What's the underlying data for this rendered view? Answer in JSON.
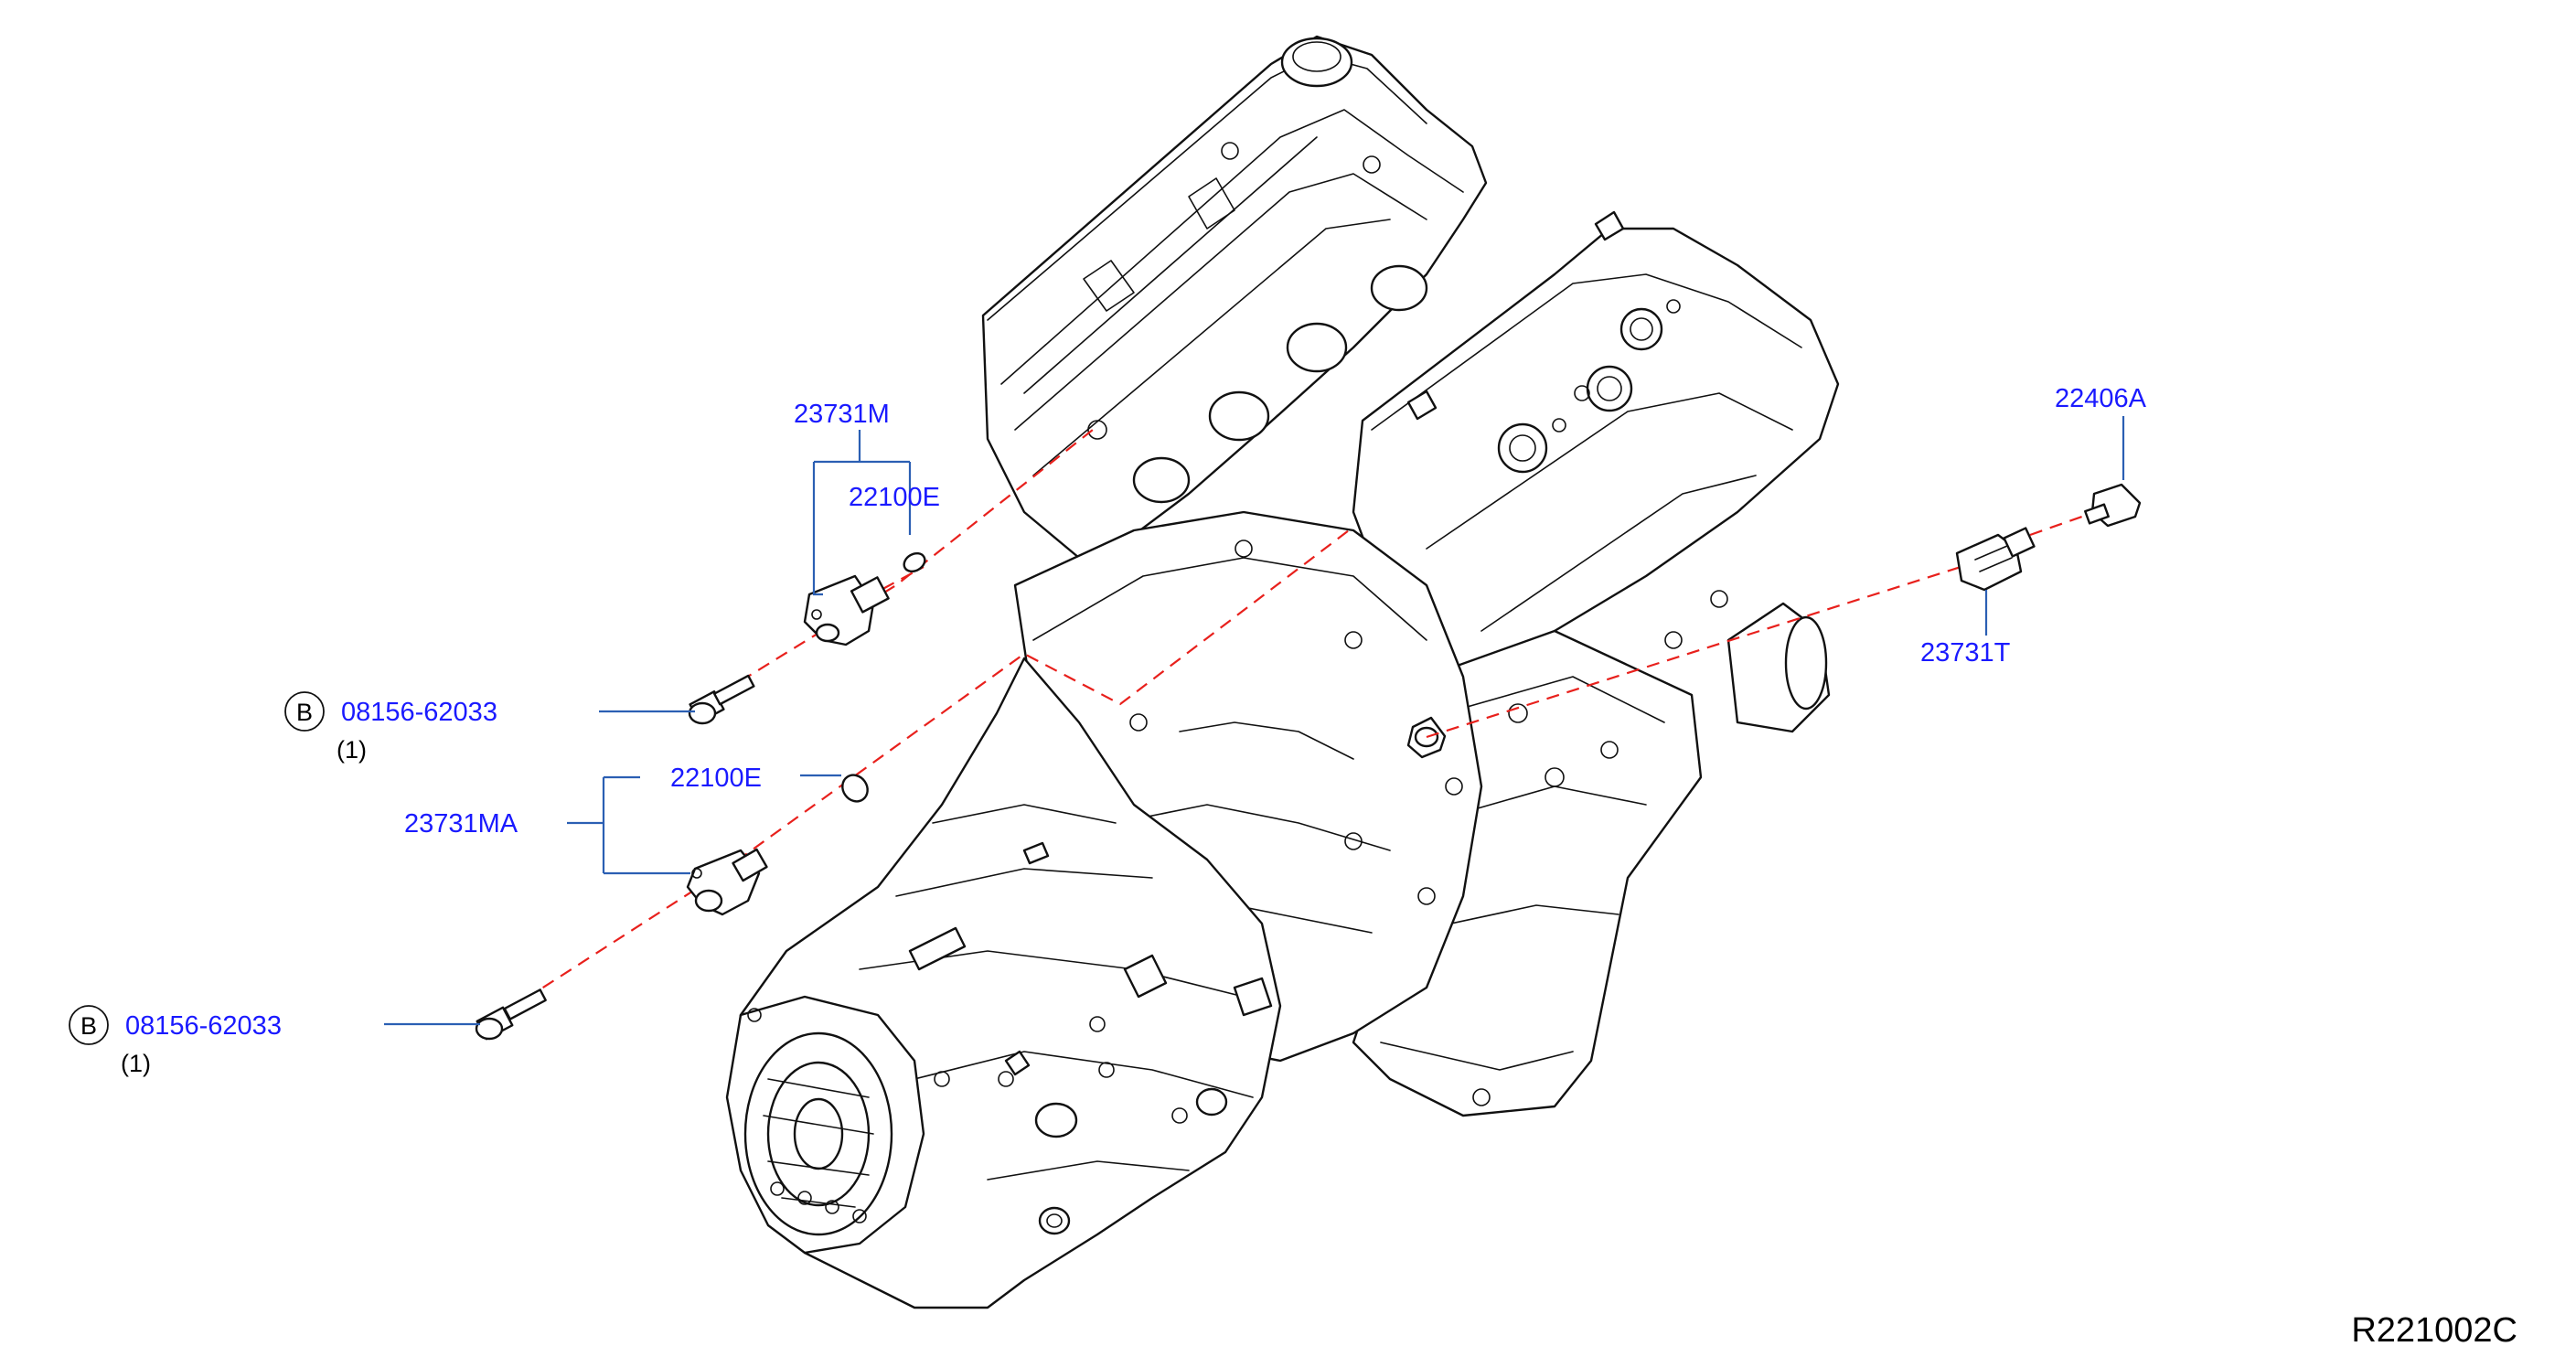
{
  "parts": {
    "crank_sensor_upper": "23731M",
    "oring_upper": "22100E",
    "bolt_upper": "08156-62033",
    "bolt_upper_qty": "(1)",
    "oring_lower": "22100E",
    "crank_sensor_lower": "23731MA",
    "bolt_lower": "08156-62033",
    "bolt_lower_qty": "(1)",
    "bolt_right": "22406A",
    "sensor_right": "23731T"
  },
  "badges": {
    "upper": "B",
    "lower": "B"
  },
  "reference_code": "R221002C",
  "colors": {
    "part_number": "#1a1aff",
    "leader_line": "#2b5fb3",
    "install_path": "#e8201c",
    "linework": "#111111"
  }
}
